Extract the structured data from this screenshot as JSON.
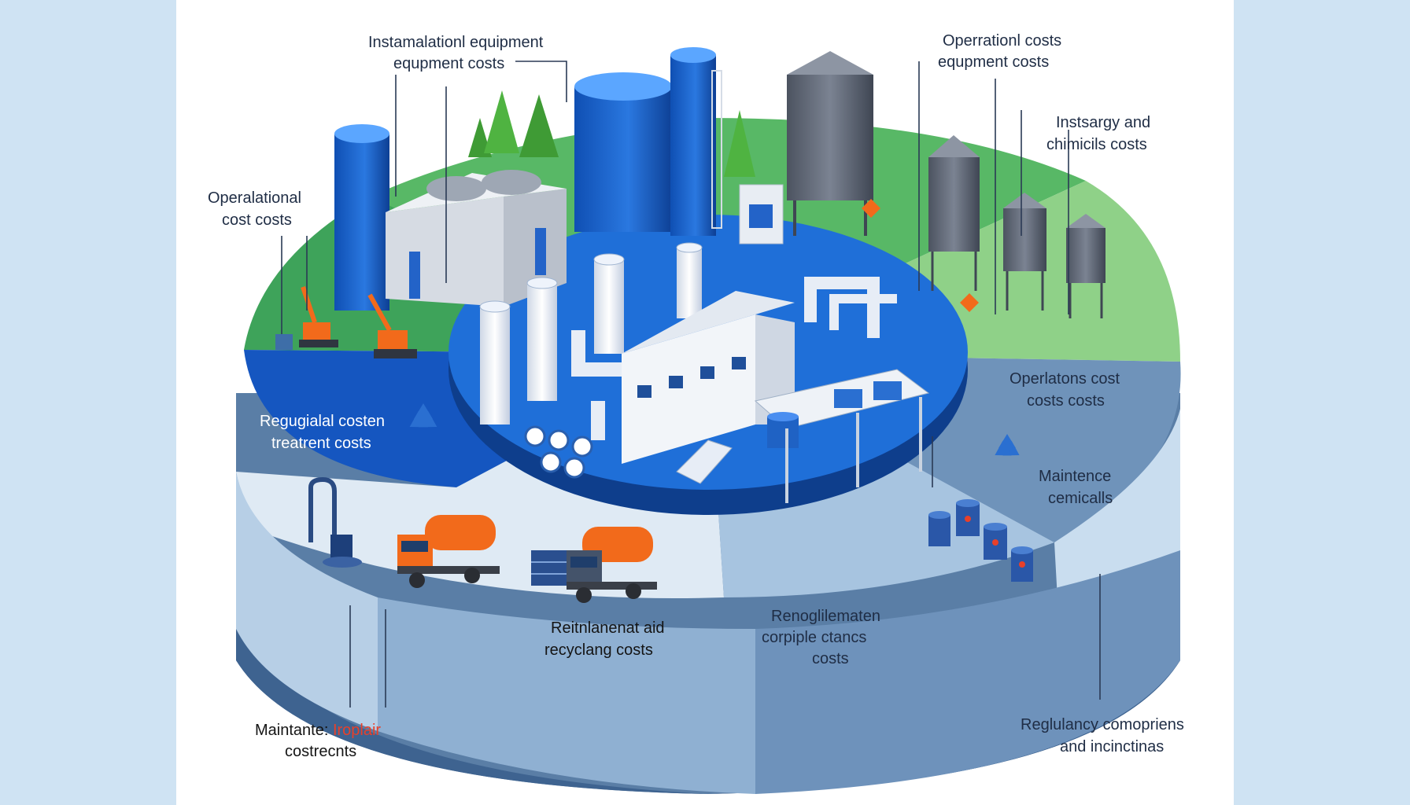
{
  "labels": {
    "install_line1": "Instamalationl equipment",
    "install_line2": "equpment costs",
    "operation_top_line1": "Operrationl costs",
    "operation_top_line2": "equpment costs",
    "operational_left_line1": "Operalational",
    "operational_left_line2": "cost  costs",
    "energy_line1": "Instsargy and",
    "energy_line2": "chimicils  costs",
    "operations_right_line1": "Operlatons cost",
    "operations_right_line2": "costs costs",
    "regulatory_left_line1": "Regugialal costen",
    "regulatory_left_line2": "treatrent costs",
    "maintenance_right_line1": "Maintence",
    "maintenance_right_line2": "cemicalls",
    "disposal_line1": "Reitnlanenat aid",
    "disposal_line2": "recyclang costs",
    "compliance_line1": "Renoglilematen",
    "compliance_line2": "corpiple ctancs",
    "compliance_line3": "costs",
    "repair_line1a": "Maintante: ",
    "repair_line1b": "Iroplair",
    "repair_line2": "costrecnts",
    "incineration_line1": "Reglulancy comopriens",
    "incineration_line2": "and incinctinas"
  },
  "colors": {
    "background": "#cfe3f3",
    "canvas": "#ffffff",
    "deep_blue": "#1556c0",
    "royal_blue": "#1f6fd8",
    "green": "#4daa57",
    "light_green": "#8fd188",
    "pale_blue": "#dfeaf4",
    "steel_blue": "#7fa3c6",
    "accent_orange": "#f26a1b",
    "accent_red": "#e8402a"
  },
  "icons": [
    "recycle-icon",
    "recycle-icon"
  ]
}
